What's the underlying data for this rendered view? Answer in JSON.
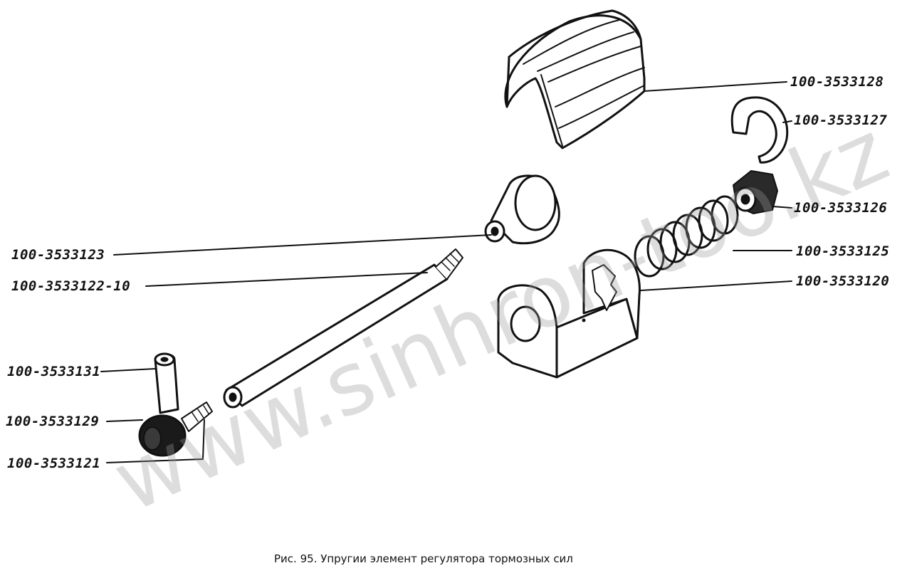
{
  "labels": {
    "p128": "100-3533128",
    "p127": "100-3533127",
    "p126": "100-3533126",
    "p125": "100-3533125",
    "p120": "100-3533120",
    "p123": "100-3533123",
    "p122": "100-3533122-10",
    "p131": "100-3533131",
    "p129": "100-3533129",
    "p121": "100-3533121"
  },
  "caption": "Рис. 95. Упругии элемент регулятора тормозных сил",
  "watermark": "www.sinhron-too.kz"
}
